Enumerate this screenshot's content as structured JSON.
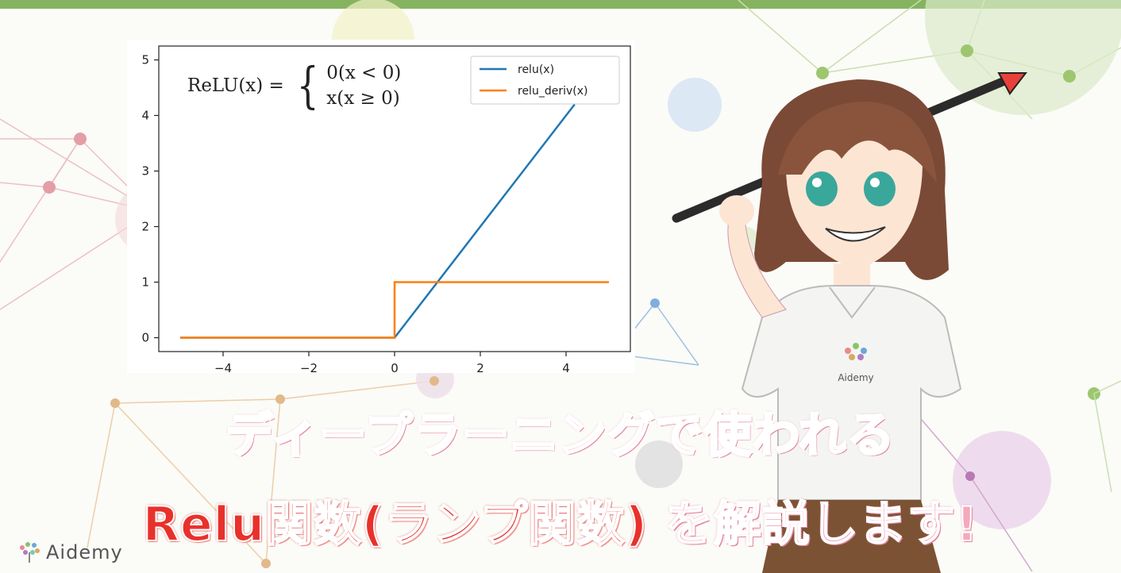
{
  "banner": {
    "caption_line1": "ディープラーニングで使われる",
    "caption_line2_red": "Relu関数(ランプ関数)",
    "caption_line2_pink": "を解説します!"
  },
  "logo": {
    "text": "Aidemy",
    "icon": "tree-dots-icon"
  },
  "character": {
    "shirt_logo_text": "Aidemy"
  },
  "formula": {
    "lhs": "ReLU(x) =",
    "case1": "0(x < 0)",
    "case2": "x(x ≥ 0)"
  },
  "colors": {
    "top_bar": "#86b35f",
    "relu": "#1f77b4",
    "relu_deriv": "#ff7f0e",
    "caption_red": "#e8312b",
    "caption_pink": "#f5a9bd"
  },
  "chart_data": {
    "type": "line",
    "title": "",
    "xlabel": "",
    "ylabel": "",
    "xlim": [
      -5.5,
      5.5
    ],
    "ylim": [
      -0.25,
      5.25
    ],
    "xticks": [
      -4,
      -2,
      0,
      2,
      4
    ],
    "xtick_labels": [
      "−4",
      "−2",
      "0",
      "2",
      "4"
    ],
    "yticks": [
      0,
      1,
      2,
      3,
      4,
      5
    ],
    "ytick_labels": [
      "0",
      "1",
      "2",
      "3",
      "4",
      "5"
    ],
    "grid": false,
    "legend_position": "top-right",
    "series": [
      {
        "name": "relu(x)",
        "x": [
          -5,
          0,
          4.2
        ],
        "y": [
          0,
          0,
          4.2
        ]
      },
      {
        "name": "relu_deriv(x)",
        "x": [
          -5,
          0,
          0,
          5
        ],
        "y": [
          0,
          0,
          1,
          1
        ]
      }
    ]
  }
}
